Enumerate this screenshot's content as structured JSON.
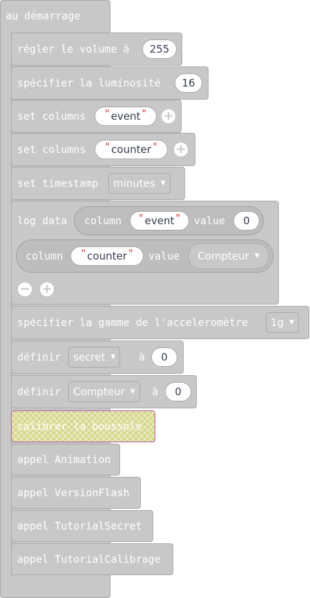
{
  "start_block": {
    "label": "au démarrage"
  },
  "blocks": {
    "set_volume": {
      "label": "régler le volume à",
      "value": "255"
    },
    "set_brightness": {
      "label": "spécifier la luminosité",
      "value": "16"
    },
    "set_columns_1": {
      "label": "set columns",
      "value": "event"
    },
    "set_columns_2": {
      "label": "set columns",
      "value": "counter"
    },
    "set_timestamp": {
      "label": "set timestamp",
      "value": "minutes"
    },
    "log_data": {
      "label": "log data",
      "row1": {
        "column_label": "column",
        "column_value": "event",
        "value_label": "value",
        "value": "0"
      },
      "row2": {
        "column_label": "column",
        "column_value": "counter",
        "value_label": "value",
        "value": "Compteur"
      }
    },
    "set_accel_range": {
      "label": "spécifier la gamme de l'acceleromètre",
      "value": "1g"
    },
    "set_secret": {
      "label": "définir",
      "variable": "secret",
      "to": "à",
      "value": "0"
    },
    "set_counter": {
      "label": "définir",
      "variable": "Compteur",
      "to": "à",
      "value": "0"
    },
    "calibrate_compass": {
      "label": "calibrer la boussole"
    },
    "call_animation": {
      "label": "appel Animation"
    },
    "call_versionflash": {
      "label": "appel VersionFlash"
    },
    "call_tutorialsecret": {
      "label": "appel TutorialSecret"
    },
    "call_tutorialcalibrage": {
      "label": "appel TutorialCalibrage"
    }
  },
  "icons": {
    "plus": "+",
    "minus": "−",
    "dropdown_arrow": "▼"
  },
  "colors": {
    "block": "#c8c8c8",
    "highlight_border": "#b35aa8",
    "highlight_fill": "#d6d68a",
    "string_quote": "#d43e3e"
  }
}
